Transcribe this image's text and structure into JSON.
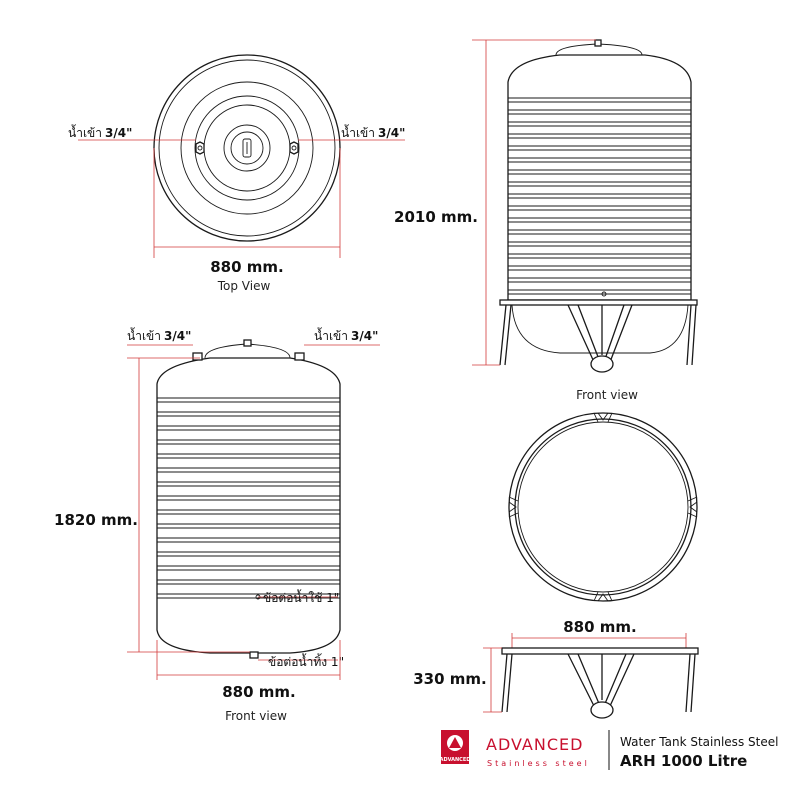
{
  "top_view": {
    "width_label": "880 mm.",
    "caption": "Top View",
    "inlet_left": {
      "name": "น้ำเข้า",
      "size": "3/4\""
    },
    "inlet_right": {
      "name": "น้ำเข้า",
      "size": "3/4\""
    }
  },
  "front_view_main": {
    "height_label": "1820 mm.",
    "width_label": "880 mm.",
    "caption": "Front view",
    "inlet_left": {
      "name": "น้ำเข้า",
      "size": "3/4\""
    },
    "inlet_right": {
      "name": "น้ำเข้า",
      "size": "3/4\""
    },
    "outlet_label": "ข้อต่อน้ำใช้ 1\"",
    "drain_label": "ข้อต่อน้ำทิ้ง 1\""
  },
  "front_view_stand": {
    "height_label": "2010 mm.",
    "caption": "Front view"
  },
  "stand_view": {
    "width_label": "880 mm.",
    "height_label": "330 mm."
  },
  "brand": {
    "name": "ADVANCED",
    "tagline": "Stainless  steel",
    "logo_text": "ADVANCED",
    "product_type": "Water Tank Stainless Steel",
    "model": "ARH 1000 Litre",
    "color": "#c8102e"
  }
}
